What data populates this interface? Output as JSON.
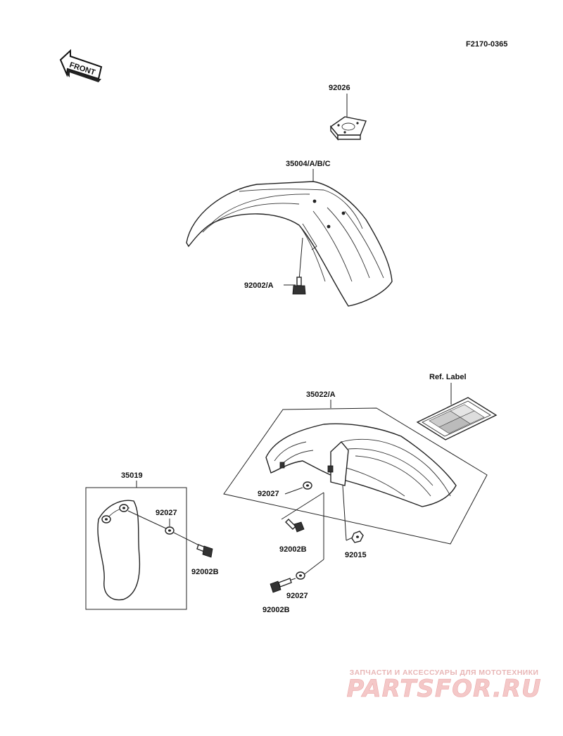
{
  "diagram": {
    "figure_code": "F2170-0365",
    "front_arrow_label": "FRONT",
    "ref_label_title": "Ref. Label",
    "labels": {
      "p92026": "92026",
      "p35004": "35004/A/B/C",
      "p92002a": "92002/A",
      "p35022": "35022/A",
      "p35019": "35019",
      "p92027_side": "92027",
      "p92002b_side": "92002B",
      "p92027_upper": "92027",
      "p92002b_mid": "92002B",
      "p92015": "92015",
      "p92027_lower": "92027",
      "p92002b_lower": "92002B"
    }
  },
  "watermark": {
    "tagline": "ЗАПЧАСТИ И АКСЕССУАРЫ ДЛЯ МОТОТЕХНИКИ",
    "logo": "PARTSFOR.RU"
  }
}
